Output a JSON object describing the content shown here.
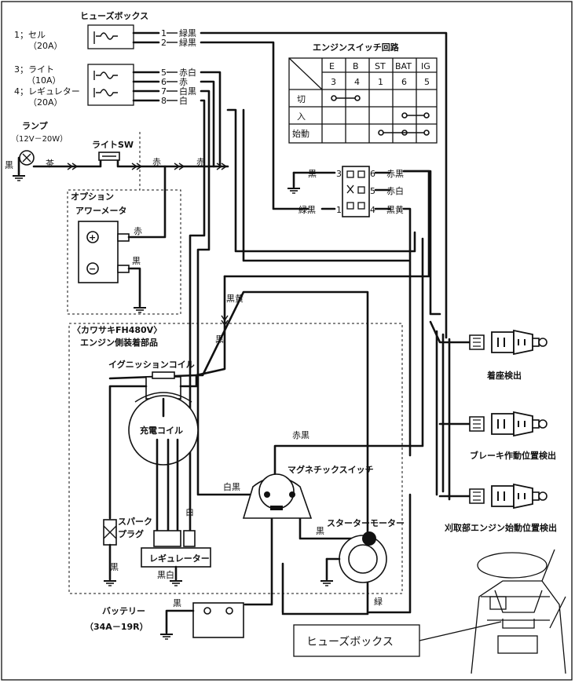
{
  "fuse_box": {
    "title": "ヒューズボックス",
    "fuses": [
      {
        "num": "1",
        "label": "1；セル",
        "rating": "（20A）"
      },
      {
        "num": "3",
        "label": "3；ライト",
        "rating": "（10A）"
      },
      {
        "num": "4",
        "label": "4；レギュレター",
        "rating": "（20A）"
      }
    ],
    "terminals": [
      {
        "pin": "1",
        "wire": "緑黒"
      },
      {
        "pin": "2",
        "wire": "緑黒"
      },
      {
        "pin": "5",
        "wire": "赤白"
      },
      {
        "pin": "6",
        "wire": "赤"
      },
      {
        "pin": "7",
        "wire": "白黒"
      },
      {
        "pin": "8",
        "wire": "白"
      }
    ]
  },
  "lamp": {
    "title": "ランプ",
    "spec": "（12V－20W）",
    "wire_black": "黒",
    "wire_brown": "茶"
  },
  "light_switch": {
    "label": "ライトSW",
    "wire_left": "赤",
    "wire_right": "赤"
  },
  "option": {
    "title": "オプション",
    "hour_meter": "アワーメータ",
    "wire_red": "赤",
    "wire_black": "黒"
  },
  "engine_switch": {
    "title": "エンジンスイッチ回路",
    "columns": [
      "E",
      "B",
      "ST",
      "BAT",
      "IG"
    ],
    "pins": [
      "3",
      "4",
      "1",
      "6",
      "5"
    ],
    "rows": [
      "切",
      "入",
      "始動"
    ]
  },
  "connector": {
    "left_pins": [
      "3",
      "1"
    ],
    "right_pins": [
      "6",
      "5",
      "4"
    ],
    "left_wires": [
      "黒",
      "緑黒"
    ],
    "right_wires": [
      "赤黒",
      "赤白",
      "黒黄"
    ]
  },
  "engine": {
    "title": "〈カワサキFH480V〉",
    "subtitle": "エンジン側装着部品",
    "ignition_coil": "イグニッションコイル",
    "charge_coil": "充電コイル",
    "spark_plug": "スパーク\nプラグ",
    "regulator": "レギュレーター",
    "wire_black": "黒",
    "wire_black_white": "黒白",
    "wire_white": "白",
    "wire_black_yellow": "黒黄",
    "wire_black2": "黒"
  },
  "magnetic_switch": {
    "title": "マグネチックスイッチ",
    "wire_red_black": "赤黒",
    "wire_white_black": "白黒",
    "wire_black": "黒"
  },
  "starter_motor": {
    "title": "スターターモーター",
    "wire_green": "緑"
  },
  "battery": {
    "title": "バッテリー",
    "model": "（34A－19R）",
    "wire_black": "黒"
  },
  "sensors": [
    {
      "label": "着座検出"
    },
    {
      "label": "ブレーキ作動位置検出"
    },
    {
      "label": "刈取部エンジン始動位置検出"
    }
  ],
  "callout": {
    "label": "ヒューズボックス"
  }
}
